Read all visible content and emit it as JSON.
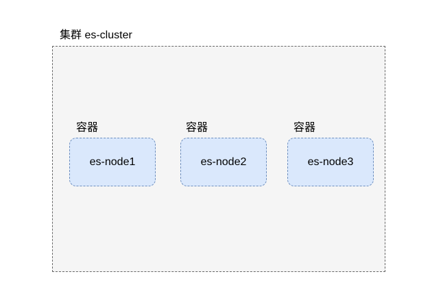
{
  "cluster": {
    "label": "集群 es-cluster"
  },
  "containers": [
    {
      "label": "容器",
      "node": "es-node1"
    },
    {
      "label": "容器",
      "node": "es-node2"
    },
    {
      "label": "容器",
      "node": "es-node3"
    }
  ],
  "colors": {
    "cluster_fill": "#f5f5f5",
    "cluster_border": "#666666",
    "node_fill": "#dae8fc",
    "node_border": "#6c8ebf"
  }
}
